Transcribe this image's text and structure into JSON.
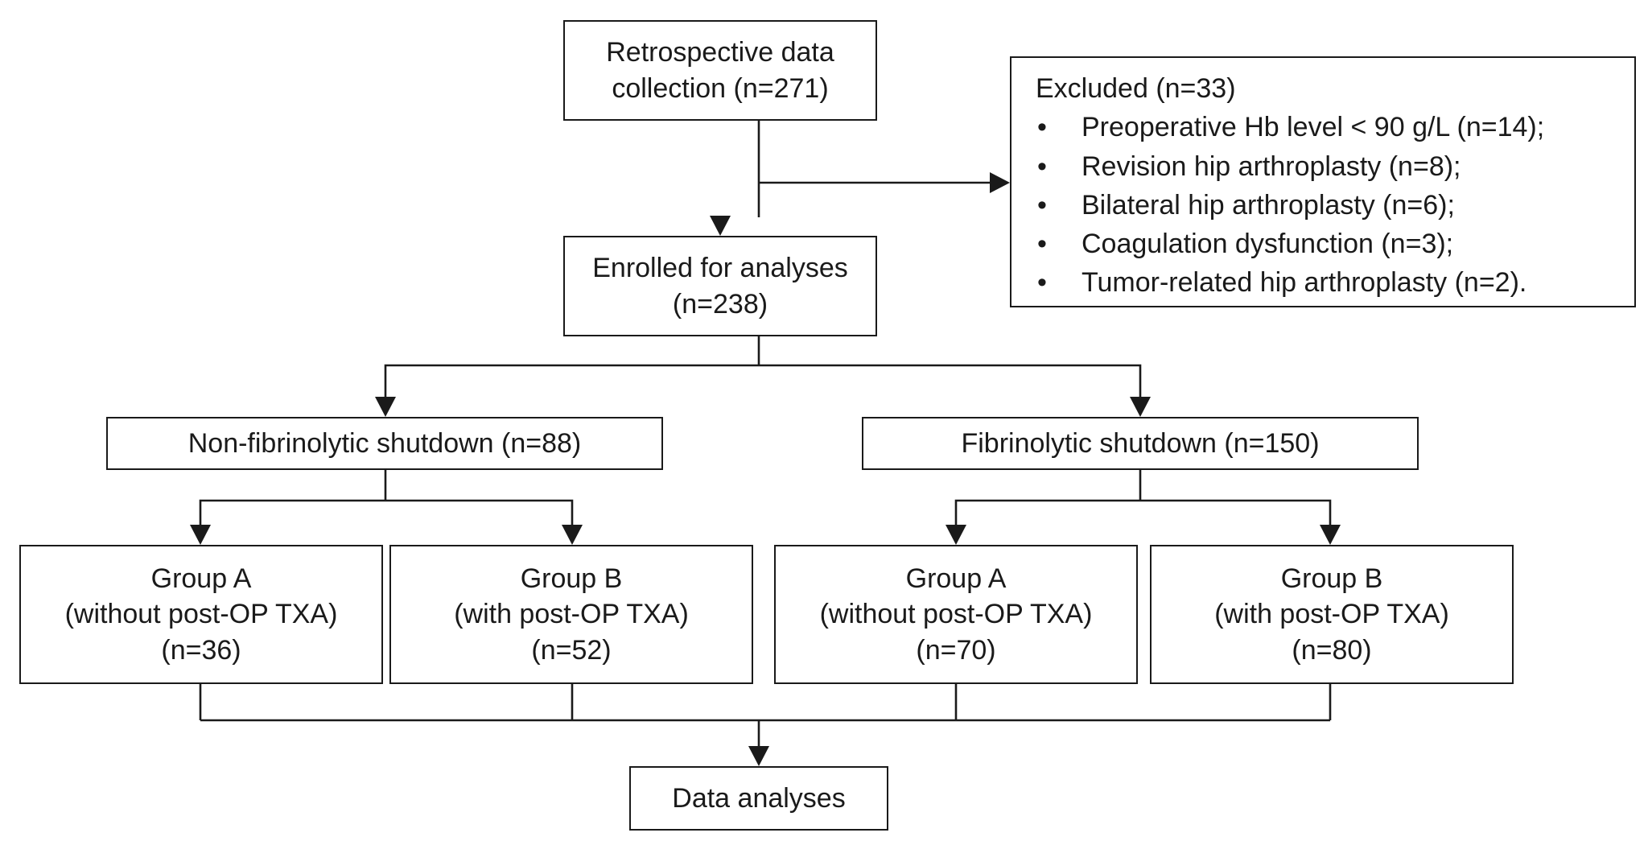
{
  "flowchart": {
    "retrospective": [
      "Retrospective data",
      "collection (n=271)"
    ],
    "excluded": {
      "title": "Excluded (n=33)",
      "bullet": "•",
      "items": [
        "Preoperative Hb level < 90 g/L (n=14);",
        "Revision hip arthroplasty (n=8);",
        "Bilateral hip arthroplasty (n=6);",
        "Coagulation dysfunction (n=3);",
        "Tumor-related hip arthroplasty (n=2)."
      ]
    },
    "enrolled": [
      "Enrolled for analyses",
      "(n=238)"
    ],
    "non_fibrinolytic": "Non-fibrinolytic shutdown (n=88)",
    "fibrinolytic": "Fibrinolytic shutdown (n=150)",
    "non_fib_group_a": [
      "Group A",
      "(without post-OP TXA)",
      "(n=36)"
    ],
    "non_fib_group_b": [
      "Group B",
      "(with post-OP TXA)",
      "(n=52)"
    ],
    "fib_group_a": [
      "Group A",
      "(without post-OP TXA)",
      "(n=70)"
    ],
    "fib_group_b": [
      "Group B",
      "(with post-OP TXA)",
      "(n=80)"
    ],
    "data_analyses": "Data analyses"
  },
  "colors": {
    "line": "#1a1a1a",
    "background": "#ffffff"
  }
}
